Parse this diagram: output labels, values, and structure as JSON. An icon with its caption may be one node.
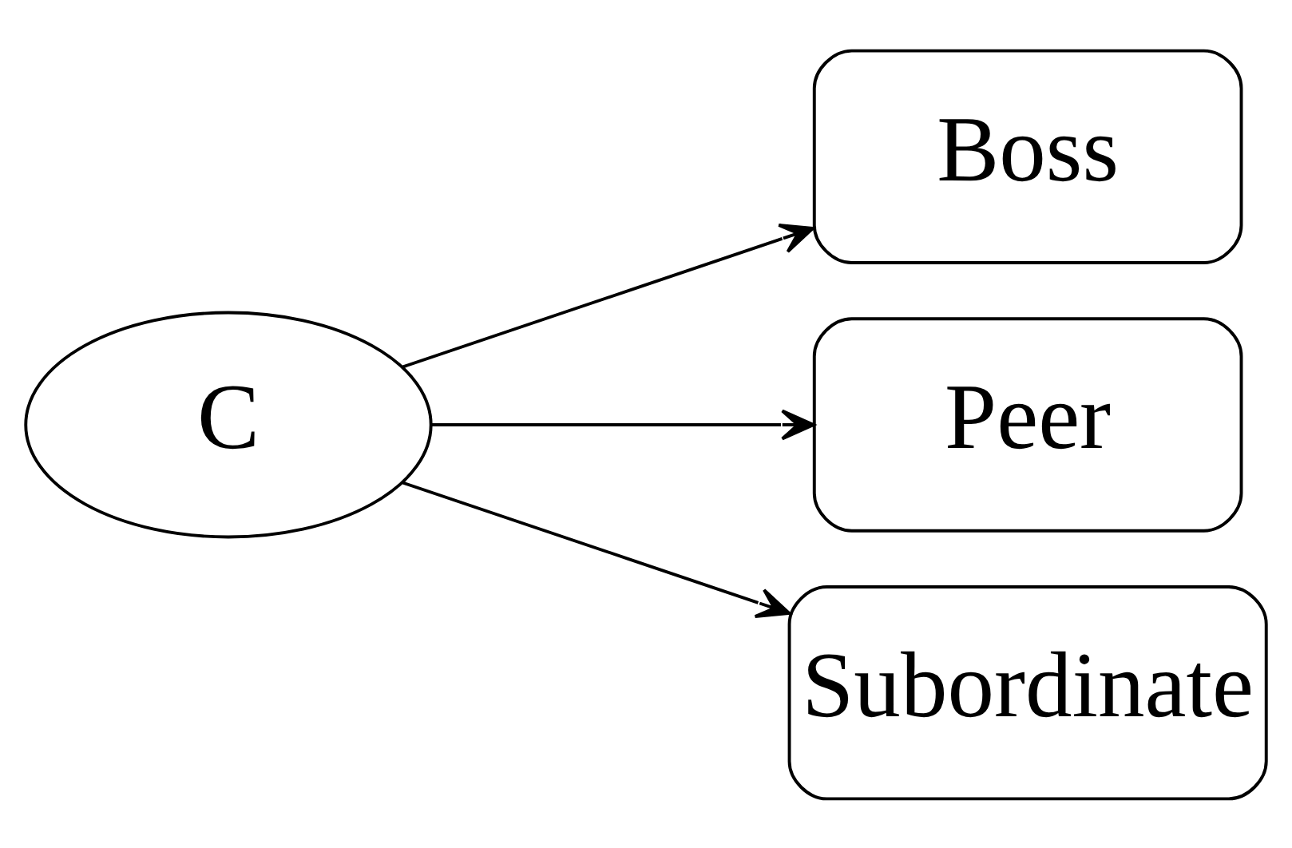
{
  "diagram": {
    "nodes": [
      {
        "text": [
          "C"
        ]
      },
      {
        "text": [
          "Boss"
        ]
      },
      {
        "text": [
          "Peer"
        ]
      },
      {
        "text": [
          "Subordinate"
        ]
      }
    ],
    "edges": [
      {
        "from": 0,
        "to": 1,
        "arrow": "to"
      },
      {
        "from": 0,
        "to": 2,
        "arrow": "to"
      },
      {
        "from": 0,
        "to": 3,
        "arrow": "to"
      }
    ]
  }
}
